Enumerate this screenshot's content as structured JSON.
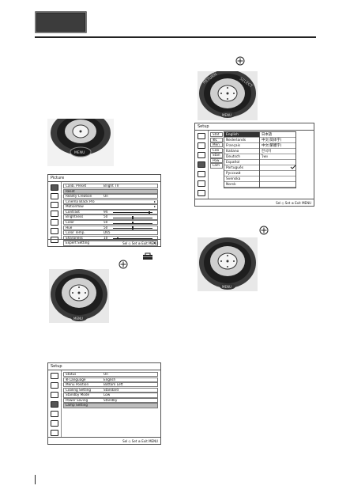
{
  "picture_menu": {
    "title": "Picture",
    "footer": "Sel ◇  Set ⊛  Exit MENU",
    "rows": [
      {
        "label": "Calib. Preset",
        "value": "Bright TV",
        "highlight": false
      },
      {
        "label": "Reset",
        "value": "",
        "highlight": true
      },
      {
        "label": "Reality Creation",
        "value": "On",
        "highlight": false
      },
      {
        "label": "Cinema Black Pro",
        "value": "",
        "highlight": false,
        "arrow": true
      },
      {
        "label": "Motionflow",
        "value": "",
        "highlight": false,
        "arrow": true
      },
      {
        "label": "Contrast",
        "value": "94",
        "highlight": false,
        "slider": 0.94
      },
      {
        "label": "Brightness",
        "value": "50",
        "highlight": false,
        "slider": 0.5
      },
      {
        "label": "Color",
        "value": "50",
        "highlight": false,
        "slider": 0.5
      },
      {
        "label": "Hue",
        "value": "50",
        "highlight": false,
        "slider": 0.5
      },
      {
        "label": "Color Temp.",
        "value": "D65",
        "highlight": false
      },
      {
        "label": "Sharpness",
        "value": "10",
        "highlight": false,
        "slider": 0.1
      },
      {
        "label": "Expert Setting",
        "value": "",
        "highlight": false,
        "arrow": true
      }
    ]
  },
  "setup_menu_a": {
    "title": "Setup",
    "footer": "Sel ◇  Set ⊛  Exit MENU",
    "rows": [
      {
        "label": "Status",
        "value": "On",
        "highlight": false
      },
      {
        "label": "⊕ Language",
        "value": "English",
        "highlight": false
      },
      {
        "label": "Menu Position",
        "value": "Bottom Left",
        "highlight": false
      },
      {
        "label": "Cooling Setting",
        "value": "Standard",
        "highlight": false
      },
      {
        "label": "Standby Mode",
        "value": "Low",
        "highlight": false
      },
      {
        "label": "Power Saving",
        "value": "Standby",
        "highlight": false
      },
      {
        "label": "Lamp Setting",
        "value": "",
        "highlight": true
      }
    ]
  },
  "setup_menu_b": {
    "title": "Setup",
    "footer": "Sel ◇  Set ⊛  Exit MENU",
    "row_stubs": [
      "Stat",
      "⊕L",
      "Men",
      "Coo",
      "Stan",
      "Pow",
      "Lam"
    ],
    "languages": [
      "English",
      "Nederlands",
      "Français",
      "Italiano",
      "Deutsch",
      "Español",
      "Português",
      "Русский",
      "Svenska",
      "Norsk"
    ],
    "languages_right": [
      "日本語",
      "中文(简体字)",
      "中文(繁體字)",
      "한국어",
      "ไทย",
      "",
      "",
      "",
      "",
      ""
    ]
  },
  "remote_labels": {
    "menu": "MENU",
    "return": "RETURN",
    "select": "SELECT"
  },
  "icons": {
    "setup_inline": "toolbox-icon",
    "joystick_inline": "circle-plus-icon"
  }
}
